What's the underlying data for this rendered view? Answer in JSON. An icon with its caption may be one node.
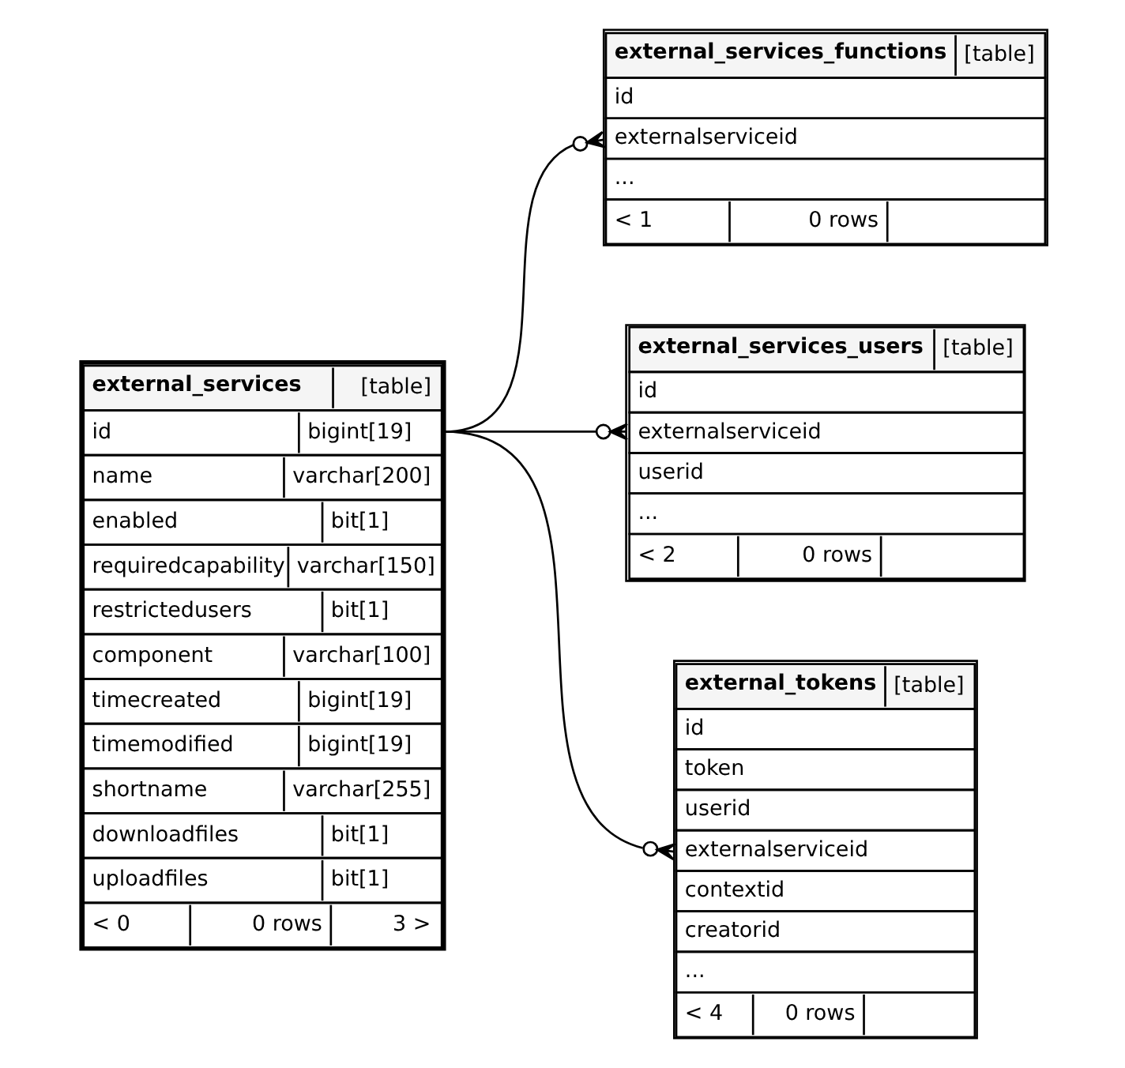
{
  "diagram": {
    "nodes": [
      {
        "text": [
          "external_services",
          "[table]",
          "id",
          "bigint[19]",
          "name",
          "varchar[200]",
          "enabled",
          "bit[1]",
          "requiredcapability",
          "varchar[150]",
          "restrictedusers",
          "bit[1]",
          "component",
          "varchar[100]",
          "timecreated",
          "bigint[19]",
          "timemodified",
          "bigint[19]",
          "shortname",
          "varchar[255]",
          "downloadfiles",
          "bit[1]",
          "uploadfiles",
          "bit[1]",
          "< 0",
          "0 rows",
          "3 >"
        ]
      },
      {
        "text": [
          "external_services_functions",
          "[table]",
          "id",
          "externalserviceid",
          "...",
          "< 1",
          "0 rows"
        ]
      },
      {
        "text": [
          "external_services_users",
          "[table]",
          "id",
          "externalserviceid",
          "userid",
          "...",
          "< 2",
          "0 rows"
        ]
      },
      {
        "text": [
          "external_tokens",
          "[table]",
          "id",
          "token",
          "userid",
          "externalserviceid",
          "contextid",
          "creatorid",
          "...",
          "< 4",
          "0 rows"
        ]
      }
    ],
    "edges": [
      {
        "from": 0,
        "to": 1,
        "arrow": "other"
      },
      {
        "from": 0,
        "to": 2,
        "arrow": "other"
      },
      {
        "from": 0,
        "to": 3,
        "arrow": "other"
      }
    ]
  }
}
